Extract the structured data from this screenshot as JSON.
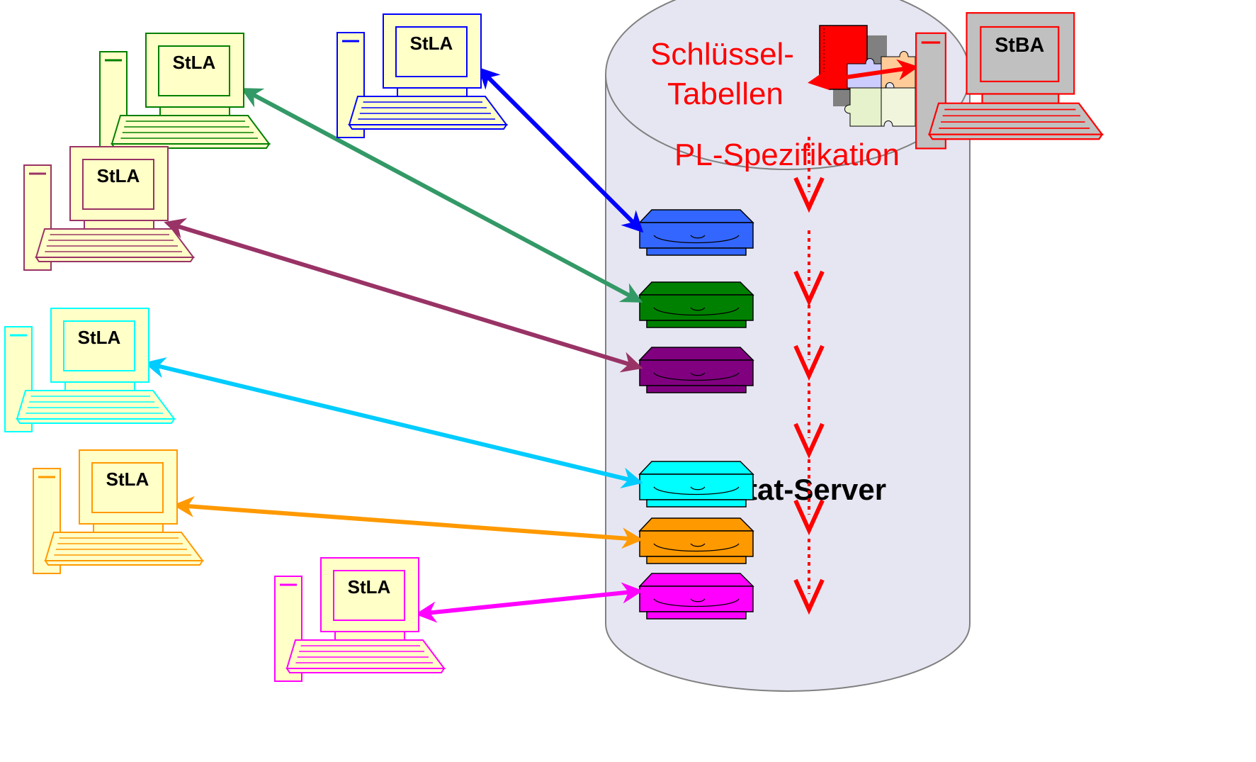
{
  "diagram": {
    "server_label": "DAHStat-Server",
    "top_labels": {
      "line1": "Schlüssel-",
      "line2": "Tabellen",
      "line3": "PL-Spezifikation"
    },
    "label_color": "#ff0000",
    "central": {
      "label": "StBA",
      "color": "#ff0000",
      "fill": "#c0c0c0"
    },
    "clients": [
      {
        "label": "StLA",
        "color": "#0000ff",
        "fill": "#ffffc8"
      },
      {
        "label": "StLA",
        "color": "#008000",
        "fill": "#ffffc8"
      },
      {
        "label": "StLA",
        "color": "#993366",
        "fill": "#ffffc8"
      },
      {
        "label": "StLA",
        "color": "#00ffff",
        "fill": "#ffffc8"
      },
      {
        "label": "StLA",
        "color": "#ff9900",
        "fill": "#ffffc8"
      },
      {
        "label": "StLA",
        "color": "#ff00ff",
        "fill": "#ffffc8"
      }
    ],
    "connection_colors": [
      "#0000ff",
      "#339966",
      "#993366",
      "#00ccff",
      "#ff9900",
      "#ff00ff",
      "#ff0000"
    ],
    "drives": [
      {
        "fill": "#3366ff"
      },
      {
        "fill": "#008000"
      },
      {
        "fill": "#800080"
      },
      {
        "fill": "#00ffff"
      },
      {
        "fill": "#ff9900"
      },
      {
        "fill": "#ff00ff"
      }
    ],
    "cylinder_fill": "#e6e6f2",
    "cylinder_stroke": "#808080",
    "flow_arrow_color": "#ff0000",
    "flow_arrow_count": 6
  }
}
